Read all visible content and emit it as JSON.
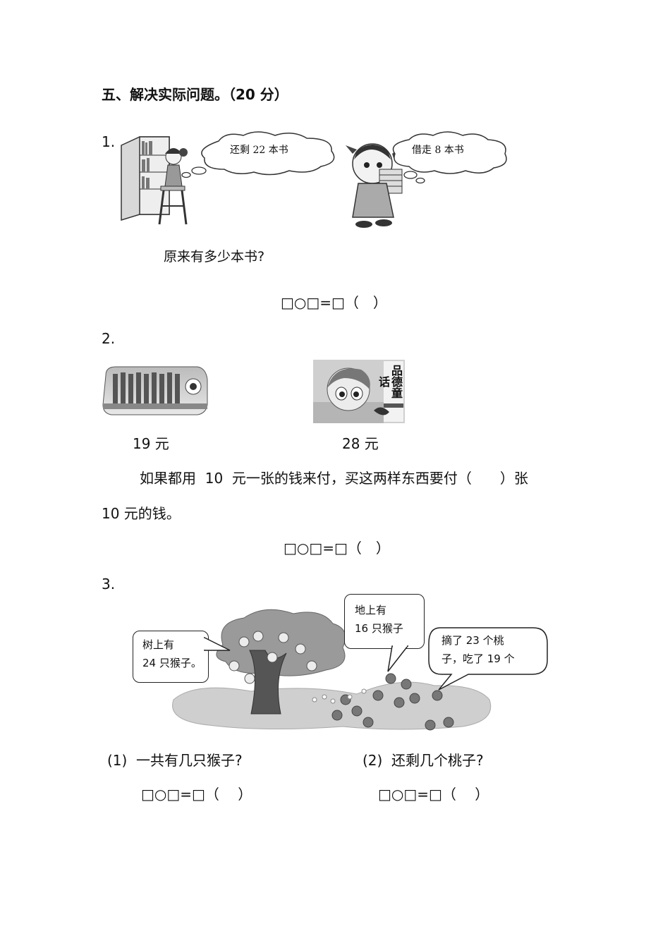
{
  "section": {
    "title": "五、解决实际问题。（20 分）"
  },
  "q1": {
    "number": "1.",
    "bubble_left": "还剩 22 本书",
    "bubble_right": "借走 8 本书",
    "question": "原来有多少本书?",
    "formula": "□○□=□（　）"
  },
  "q2": {
    "number": "2.",
    "price_left": "19 元",
    "price_right": "28 元",
    "book_cover_text": "品德童话",
    "question_line1": "如果都用  10  元一张的钱来付，买这两样东西要付（　　）张",
    "question_line2": "10 元的钱。",
    "formula": "□○□=□（　）"
  },
  "q3": {
    "number": "3.",
    "box_tree_line1": "树上有",
    "box_tree_line2": "24 只猴子。",
    "box_ground_line1": "地上有",
    "box_ground_line2": "16 只猴子",
    "box_peach_line1": "摘了 23 个桃",
    "box_peach_line2": "子，吃了 19 个",
    "sub1_label": "(1)  一共有几只猴子?",
    "sub1_formula": "□○□=□（　 ）",
    "sub2_label": "(2)  还剩几个桃子?",
    "sub2_formula": "□○□=□（　 ）"
  }
}
